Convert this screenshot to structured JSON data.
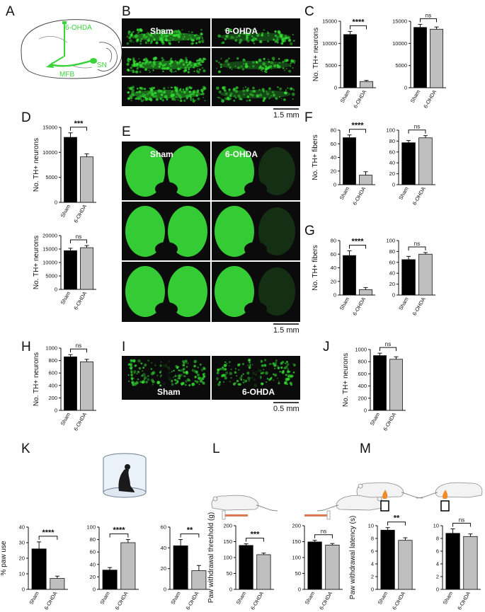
{
  "panel_letters": [
    "A",
    "B",
    "C",
    "D",
    "E",
    "F",
    "G",
    "H",
    "I",
    "J",
    "K",
    "L",
    "M"
  ],
  "colors": {
    "sham": "#000000",
    "ohda": "#bfbfbf",
    "micro_bg": "#0b0b0b",
    "gfp": "#33e533"
  },
  "panel_a": {
    "labels": [
      "6-OHDA",
      "MFB",
      "SN"
    ]
  },
  "panel_b": {
    "group_labels": [
      "Sham",
      "6-OHDA"
    ],
    "scale_bar": "1.5 mm"
  },
  "panel_e": {
    "group_labels": [
      "Sham",
      "6-OHDA"
    ],
    "scale_bar": "1.5 mm"
  },
  "panel_i": {
    "group_labels": [
      "Sham",
      "6-OHDA"
    ],
    "scale_bar": "0.5 mm"
  },
  "chart_data": [
    {
      "id": "C-left",
      "type": "bar",
      "categories": [
        "Sham",
        "6-OHDA"
      ],
      "values": [
        12000,
        1400
      ],
      "errors": [
        700,
        250
      ],
      "ylim": [
        0,
        15000
      ],
      "yticks": [
        0,
        5000,
        10000,
        15000
      ],
      "ylabel": "No. TH+ neurons",
      "significance": "****"
    },
    {
      "id": "C-right",
      "type": "bar",
      "categories": [
        "Sham",
        "6-OHDA"
      ],
      "values": [
        13600,
        13200
      ],
      "errors": [
        700,
        500
      ],
      "ylim": [
        0,
        15000
      ],
      "yticks": [
        0,
        5000,
        10000,
        15000
      ],
      "ylabel": "",
      "significance": "ns"
    },
    {
      "id": "D-top",
      "type": "bar",
      "categories": [
        "Sham",
        "6-OHDA"
      ],
      "values": [
        13000,
        9100
      ],
      "errors": [
        900,
        600
      ],
      "ylim": [
        0,
        15000
      ],
      "yticks": [
        0,
        5000,
        10000,
        15000
      ],
      "ylabel": "No. TH+ neurons",
      "significance": "***"
    },
    {
      "id": "D-bottom",
      "type": "bar",
      "categories": [
        "Sham",
        "6-OHDA"
      ],
      "values": [
        14400,
        15500
      ],
      "errors": [
        900,
        800
      ],
      "ylim": [
        0,
        20000
      ],
      "yticks": [
        0,
        5000,
        10000,
        15000,
        20000
      ],
      "ylabel": "No. TH+ neurons",
      "significance": "ns"
    },
    {
      "id": "F-left",
      "type": "bar",
      "categories": [
        "Sham",
        "6-OHDA"
      ],
      "values": [
        69,
        14
      ],
      "errors": [
        4,
        5
      ],
      "ylim": [
        0,
        80
      ],
      "yticks": [
        0,
        20,
        40,
        60,
        80
      ],
      "ylabel": "No. TH+ fibers",
      "significance": "****"
    },
    {
      "id": "F-right",
      "type": "bar",
      "categories": [
        "Sham",
        "6-OHDA"
      ],
      "values": [
        77,
        86
      ],
      "errors": [
        4,
        4
      ],
      "ylim": [
        0,
        100
      ],
      "yticks": [
        0,
        20,
        40,
        60,
        80,
        100
      ],
      "ylabel": "",
      "significance": "ns"
    },
    {
      "id": "G-left",
      "type": "bar",
      "categories": [
        "Sham",
        "6-OHDA"
      ],
      "values": [
        58,
        8
      ],
      "errors": [
        7,
        3
      ],
      "ylim": [
        0,
        80
      ],
      "yticks": [
        0,
        20,
        40,
        60,
        80
      ],
      "ylabel": "No. TH+ fibers",
      "significance": "****"
    },
    {
      "id": "G-right",
      "type": "bar",
      "categories": [
        "Sham",
        "6-OHDA"
      ],
      "values": [
        65,
        75
      ],
      "errors": [
        6,
        3
      ],
      "ylim": [
        0,
        100
      ],
      "yticks": [
        0,
        20,
        40,
        60,
        80,
        100
      ],
      "ylabel": "",
      "significance": "ns"
    },
    {
      "id": "H",
      "type": "bar",
      "categories": [
        "Sham",
        "6-OHDA"
      ],
      "values": [
        860,
        780
      ],
      "errors": [
        35,
        40
      ],
      "ylim": [
        0,
        1000
      ],
      "yticks": [
        0,
        200,
        400,
        600,
        800,
        1000
      ],
      "ylabel": "No. TH+ neurons",
      "significance": "ns"
    },
    {
      "id": "J",
      "type": "bar",
      "categories": [
        "Sham",
        "6-OHDA"
      ],
      "values": [
        900,
        840
      ],
      "errors": [
        40,
        40
      ],
      "ylim": [
        0,
        1000
      ],
      "yticks": [
        0,
        200,
        400,
        600,
        800,
        1000
      ],
      "ylabel": "No. TH+ neurons",
      "significance": "ns"
    },
    {
      "id": "K-1",
      "type": "bar",
      "categories": [
        "Sham",
        "6-OHDA"
      ],
      "values": [
        26,
        7
      ],
      "errors": [
        4.5,
        1.5
      ],
      "ylim": [
        0,
        40
      ],
      "yticks": [
        0,
        10,
        20,
        30,
        40
      ],
      "ylabel": "% paw use",
      "significance": "****"
    },
    {
      "id": "K-2",
      "type": "bar",
      "categories": [
        "Sham",
        "6-OHDA"
      ],
      "values": [
        31,
        75
      ],
      "errors": [
        4,
        5
      ],
      "ylim": [
        0,
        100
      ],
      "yticks": [
        0,
        20,
        40,
        60,
        80,
        100
      ],
      "ylabel": "",
      "significance": "****"
    },
    {
      "id": "K-3",
      "type": "bar",
      "categories": [
        "Sham",
        "6-OHDA"
      ],
      "values": [
        42,
        18
      ],
      "errors": [
        6,
        5
      ],
      "ylim": [
        0,
        60
      ],
      "yticks": [
        0,
        20,
        40,
        60
      ],
      "ylabel": "",
      "significance": "**"
    },
    {
      "id": "L-1",
      "type": "bar",
      "categories": [
        "Sham",
        "6-OHDA"
      ],
      "values": [
        138,
        109
      ],
      "errors": [
        5,
        5
      ],
      "ylim": [
        0,
        200
      ],
      "yticks": [
        0,
        50,
        100,
        150,
        200
      ],
      "ylabel": "Paw withdrawal threshold (g)",
      "significance": "***"
    },
    {
      "id": "L-2",
      "type": "bar",
      "categories": [
        "Sham",
        "6-OHDA"
      ],
      "values": [
        149,
        139
      ],
      "errors": [
        5,
        5
      ],
      "ylim": [
        0,
        200
      ],
      "yticks": [
        0,
        50,
        100,
        150,
        200
      ],
      "ylabel": "",
      "significance": "ns"
    },
    {
      "id": "M-1",
      "type": "bar",
      "categories": [
        "Sham",
        "6-OHDA"
      ],
      "values": [
        9.3,
        7.7
      ],
      "errors": [
        0.4,
        0.4
      ],
      "ylim": [
        0,
        10
      ],
      "yticks": [
        0,
        2,
        4,
        6,
        8,
        10
      ],
      "ylabel": "Paw withdrawal latency (s)",
      "significance": "**"
    },
    {
      "id": "M-2",
      "type": "bar",
      "categories": [
        "Sham",
        "6-OHDA"
      ],
      "values": [
        8.8,
        8.3
      ],
      "errors": [
        0.7,
        0.4
      ],
      "ylim": [
        0,
        10
      ],
      "yticks": [
        0,
        2,
        4,
        6,
        8,
        10
      ],
      "ylabel": "",
      "significance": "ns"
    }
  ]
}
